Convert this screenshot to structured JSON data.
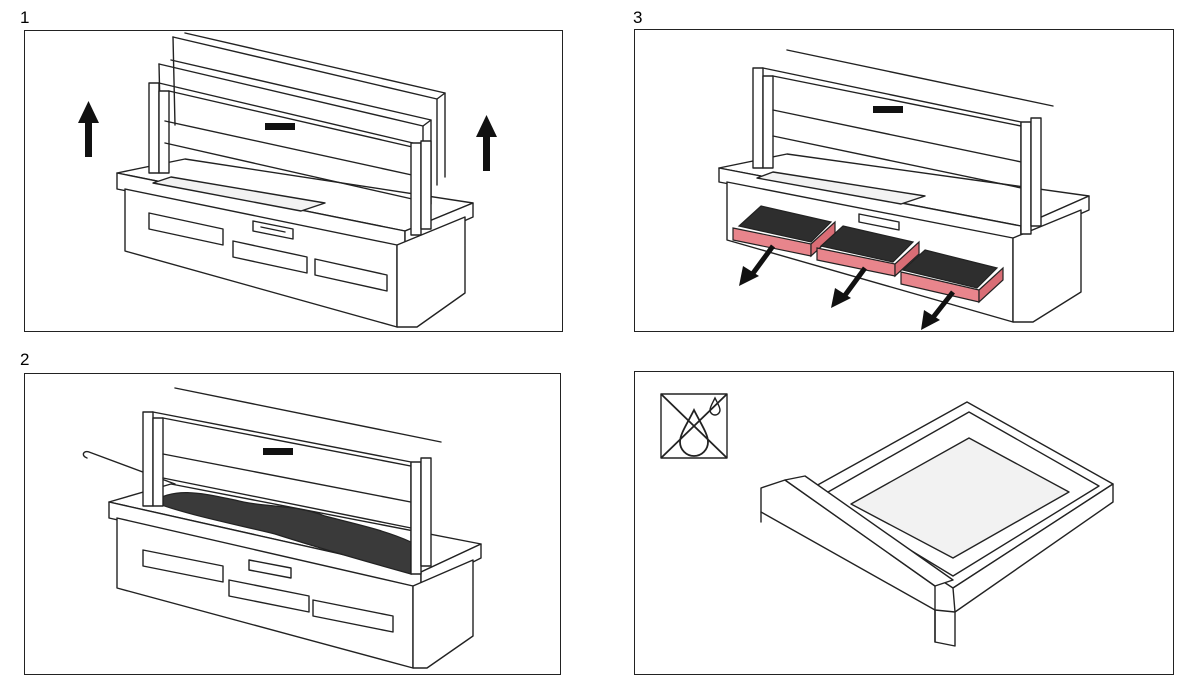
{
  "steps": [
    {
      "label": "1"
    },
    {
      "label": "2"
    },
    {
      "label": "3"
    }
  ],
  "colors": {
    "line": "#222222",
    "drawer_highlight": "#e8858c",
    "tray_liner": "#3a3a3a",
    "arrow": "#111111"
  },
  "icons": {
    "lift_arrow": "arrow-up-icon",
    "pull_arrow": "arrow-down-left-icon",
    "no_water": "no-water-crossed-drop-icon"
  }
}
